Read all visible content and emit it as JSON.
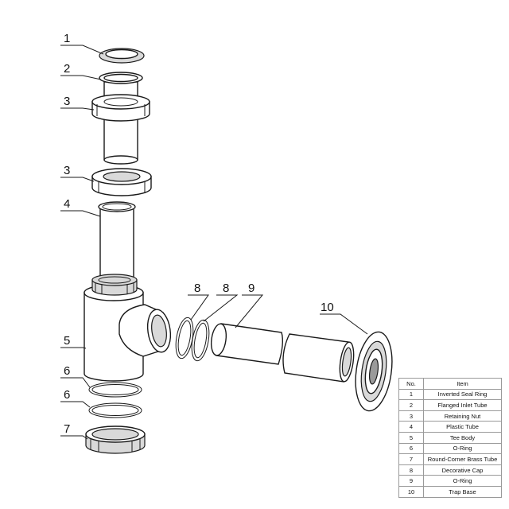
{
  "callouts": [
    "1",
    "2",
    "3",
    "3",
    "4",
    "5",
    "6",
    "6",
    "7",
    "8",
    "8",
    "9",
    "10"
  ],
  "table": {
    "headers": {
      "no": "No.",
      "item": "Item"
    },
    "rows": [
      {
        "no": "1",
        "item": "Inverted Seal Ring"
      },
      {
        "no": "2",
        "item": "Flanged Inlet Tube"
      },
      {
        "no": "3",
        "item": "Retaining Nut"
      },
      {
        "no": "4",
        "item": "Plastic Tube"
      },
      {
        "no": "5",
        "item": "Tee Body"
      },
      {
        "no": "6",
        "item": "O-Ring"
      },
      {
        "no": "7",
        "item": "Round-Corner Brass Tube"
      },
      {
        "no": "8",
        "item": "Decorative Cap"
      },
      {
        "no": "9",
        "item": "O-Ring"
      },
      {
        "no": "10",
        "item": "Trap Base"
      }
    ]
  }
}
